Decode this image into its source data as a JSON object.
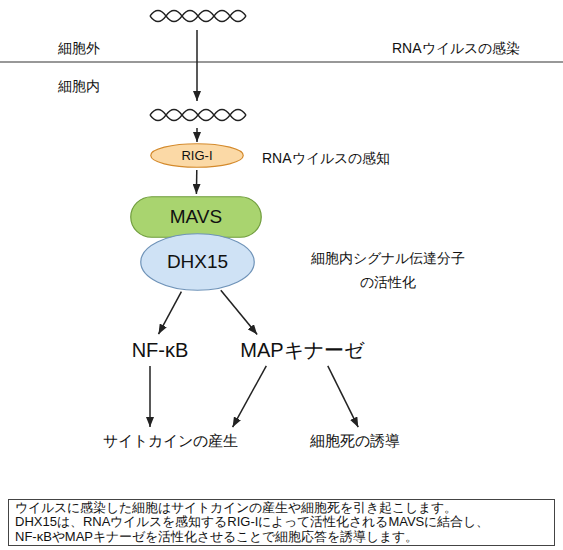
{
  "diagram": {
    "nodes": [
      {
        "text": [
          "RIG-I"
        ]
      },
      {
        "text": [
          "MAVS"
        ]
      },
      {
        "text": [
          "DHX15"
        ]
      },
      {
        "text": [
          "NF-κB"
        ]
      },
      {
        "text": [
          "MAPキナーゼ"
        ]
      },
      {
        "text": [
          "サイトカインの産生"
        ]
      },
      {
        "text": [
          "細胞死の誘導"
        ]
      },
      {
        "text": [
          "ウイルスに感染した細胞はサイトカインの産生や細胞死を引き起こします。",
          "DHX15は、RNAウイルスを感知するRIG-Iによって活性化されるMAVSに結合し、 NF-κBやMAPキナーゼを活性化させることで細胞応答を誘導します。"
        ]
      }
    ],
    "edges": [
      {
        "from": 0,
        "to": 1,
        "arrow": "to"
      },
      {
        "from": 2,
        "to": 3,
        "arrow": "to"
      },
      {
        "from": 2,
        "to": 4,
        "arrow": "to"
      },
      {
        "from": 3,
        "to": 5,
        "arrow": "to"
      },
      {
        "from": 4,
        "to": 5,
        "arrow": "to"
      },
      {
        "from": 4,
        "to": 6,
        "arrow": "to"
      }
    ],
    "labels": [
      "細胞外",
      "RNAウイルスの感染",
      "細胞内",
      "RNAウイルスの感知",
      "細胞内シグナル伝達分子 の活性化"
    ]
  }
}
